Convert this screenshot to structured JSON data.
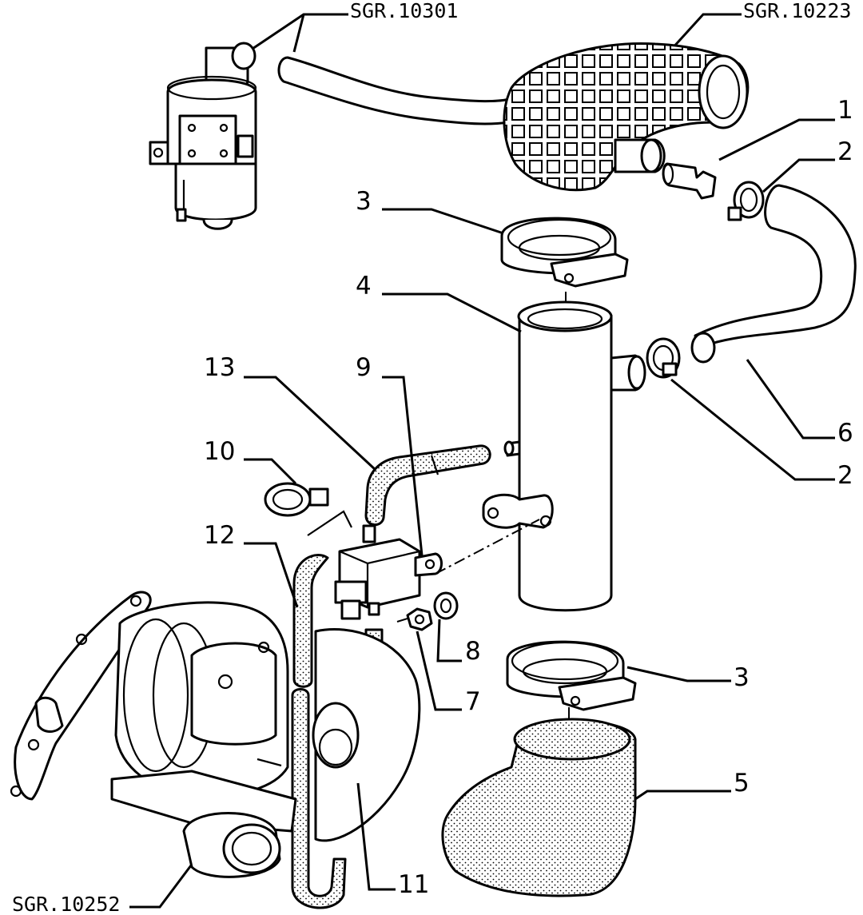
{
  "references": {
    "top_left": "SGR.10301",
    "top_right": "SGR.10223",
    "bottom_left": "SGR.10252"
  },
  "callouts": [
    {
      "id": "c1",
      "label": "1"
    },
    {
      "id": "c2a",
      "label": "2"
    },
    {
      "id": "c3a",
      "label": "3"
    },
    {
      "id": "c4",
      "label": "4"
    },
    {
      "id": "c13",
      "label": "13"
    },
    {
      "id": "c9",
      "label": "9"
    },
    {
      "id": "c6",
      "label": "6"
    },
    {
      "id": "c2b",
      "label": "2"
    },
    {
      "id": "c10",
      "label": "10"
    },
    {
      "id": "c12",
      "label": "12"
    },
    {
      "id": "c8",
      "label": "8"
    },
    {
      "id": "c3b",
      "label": "3"
    },
    {
      "id": "c7",
      "label": "7"
    },
    {
      "id": "c5",
      "label": "5"
    },
    {
      "id": "c11",
      "label": "11"
    }
  ],
  "colors": {
    "ink": "#000000",
    "paper": "#ffffff"
  }
}
